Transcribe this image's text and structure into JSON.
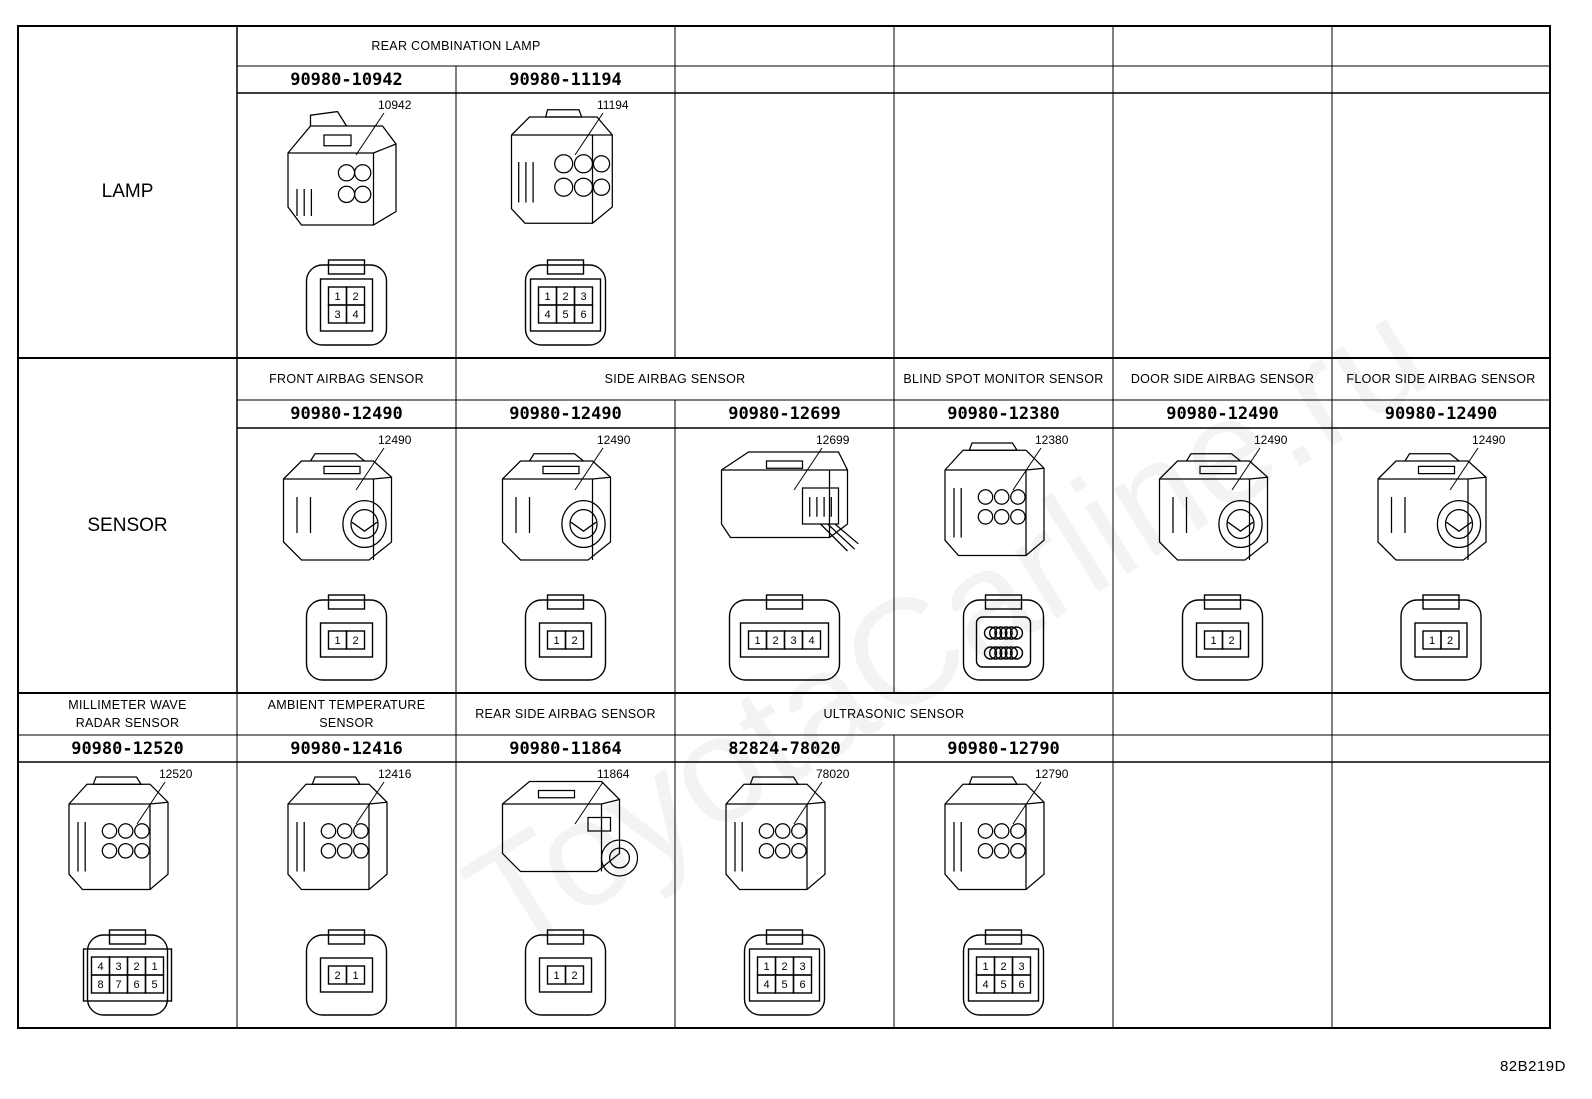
{
  "diagram_code": "82B219D",
  "watermark": "ToyotaCarline.ru",
  "rows": [
    {
      "label": "LAMP",
      "cells": [
        {
          "label": "REAR COMBINATION LAMP",
          "span": 2,
          "parts": [
            "90980-10942",
            "90980-11194"
          ]
        },
        {
          "label": "",
          "span": 1,
          "parts": [
            ""
          ]
        },
        {
          "label": "",
          "span": 1,
          "parts": [
            ""
          ]
        },
        {
          "label": "",
          "span": 1,
          "parts": [
            ""
          ]
        },
        {
          "label": "",
          "span": 1,
          "parts": [
            ""
          ]
        }
      ]
    },
    {
      "label": "SENSOR",
      "cells": [
        {
          "label": "FRONT AIRBAG SENSOR",
          "span": 1,
          "parts": [
            "90980-12490"
          ]
        },
        {
          "label": "SIDE AIRBAG SENSOR",
          "span": 2,
          "parts": [
            "90980-12490",
            "90980-12699"
          ]
        },
        {
          "label": "BLIND SPOT MONITOR SENSOR",
          "span": 1,
          "parts": [
            "90980-12380"
          ]
        },
        {
          "label": "DOOR SIDE AIRBAG SENSOR",
          "span": 1,
          "parts": [
            "90980-12490"
          ]
        },
        {
          "label": "FLOOR SIDE AIRBAG SENSOR",
          "span": 1,
          "parts": [
            "90980-12490"
          ]
        }
      ]
    },
    {
      "label": "",
      "cells": [
        {
          "label": "MILLIMETER WAVE\nRADAR SENSOR",
          "span": 1,
          "parts": [
            "90980-12520"
          ]
        },
        {
          "label": "AMBIENT TEMPERATURE\nSENSOR",
          "span": 1,
          "parts": [
            "90980-12416"
          ]
        },
        {
          "label": "REAR SIDE AIRBAG SENSOR",
          "span": 1,
          "parts": [
            "90980-11864"
          ]
        },
        {
          "label": "ULTRASONIC SENSOR",
          "span": 2,
          "parts": [
            "82824-78020",
            "90980-12790"
          ]
        },
        {
          "label": "",
          "span": 1,
          "parts": [
            ""
          ]
        },
        {
          "label": "",
          "span": 1,
          "parts": [
            ""
          ]
        }
      ]
    }
  ],
  "connectors": [
    {
      "row": 0,
      "col": 1,
      "callout": "10942",
      "pins": [
        "1",
        "2",
        "3",
        "4"
      ],
      "icon": "rear-combination-lamp-connector-4pin"
    },
    {
      "row": 0,
      "col": 2,
      "callout": "11194",
      "pins": [
        "1",
        "2",
        "3",
        "4",
        "5",
        "6"
      ],
      "icon": "rear-combination-lamp-connector-6pin"
    },
    {
      "row": 1,
      "col": 1,
      "callout": "12490",
      "pins": [
        "1",
        "2"
      ],
      "icon": "airbag-sensor-connector-2pin"
    },
    {
      "row": 1,
      "col": 2,
      "callout": "12490",
      "pins": [
        "1",
        "2"
      ],
      "icon": "airbag-sensor-connector-2pin"
    },
    {
      "row": 1,
      "col": 3,
      "callout": "12699",
      "pins": [
        "1",
        "2",
        "3",
        "4"
      ],
      "icon": "side-airbag-sensor-connector-4pin"
    },
    {
      "row": 1,
      "col": 4,
      "callout": "12380",
      "pins": [],
      "icon": "blind-spot-monitor-connector-12pin"
    },
    {
      "row": 1,
      "col": 5,
      "callout": "12490",
      "pins": [
        "1",
        "2"
      ],
      "icon": "airbag-sensor-connector-2pin"
    },
    {
      "row": 1,
      "col": 6,
      "callout": "12490",
      "pins": [
        "1",
        "2"
      ],
      "icon": "airbag-sensor-connector-2pin"
    },
    {
      "row": 2,
      "col": 0,
      "callout": "12520",
      "pins": [
        "4",
        "3",
        "2",
        "1",
        "8",
        "7",
        "6",
        "5"
      ],
      "icon": "millimeter-wave-radar-connector-8pin"
    },
    {
      "row": 2,
      "col": 1,
      "callout": "12416",
      "pins": [
        "2",
        "1"
      ],
      "icon": "ambient-temperature-sensor-connector-2pin"
    },
    {
      "row": 2,
      "col": 2,
      "callout": "11864",
      "pins": [
        "1",
        "2"
      ],
      "icon": "rear-side-airbag-connector-2pin"
    },
    {
      "row": 2,
      "col": 3,
      "callout": "78020",
      "pins": [
        "1",
        "2",
        "3",
        "4",
        "5",
        "6"
      ],
      "icon": "ultrasonic-sensor-connector-6pin"
    },
    {
      "row": 2,
      "col": 4,
      "callout": "12790",
      "pins": [
        "1",
        "2",
        "3",
        "4",
        "5",
        "6"
      ],
      "icon": "ultrasonic-sensor-connector-6pin-b"
    }
  ]
}
